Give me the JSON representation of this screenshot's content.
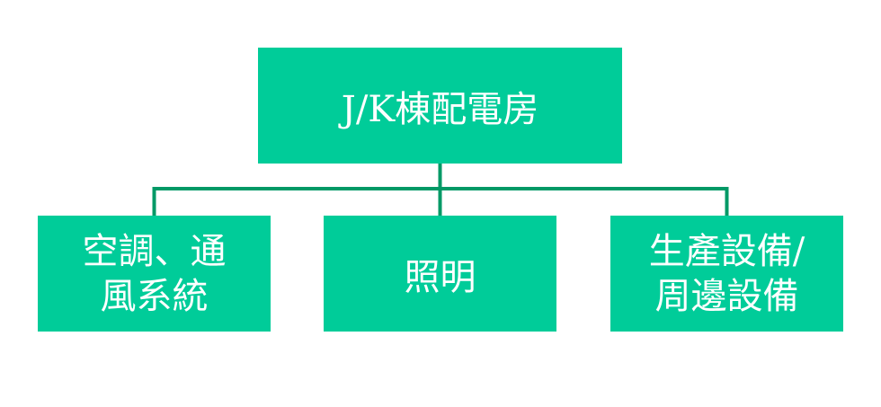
{
  "diagram": {
    "root": {
      "label": "J/K棟配電房"
    },
    "children": [
      {
        "label": "空調、通\n風系統"
      },
      {
        "label": "照明"
      },
      {
        "label": "生產設備/\n周邊設備"
      }
    ],
    "colors": {
      "node_fill": "#00cc99",
      "connector": "#009966",
      "text": "#ffffff"
    }
  }
}
